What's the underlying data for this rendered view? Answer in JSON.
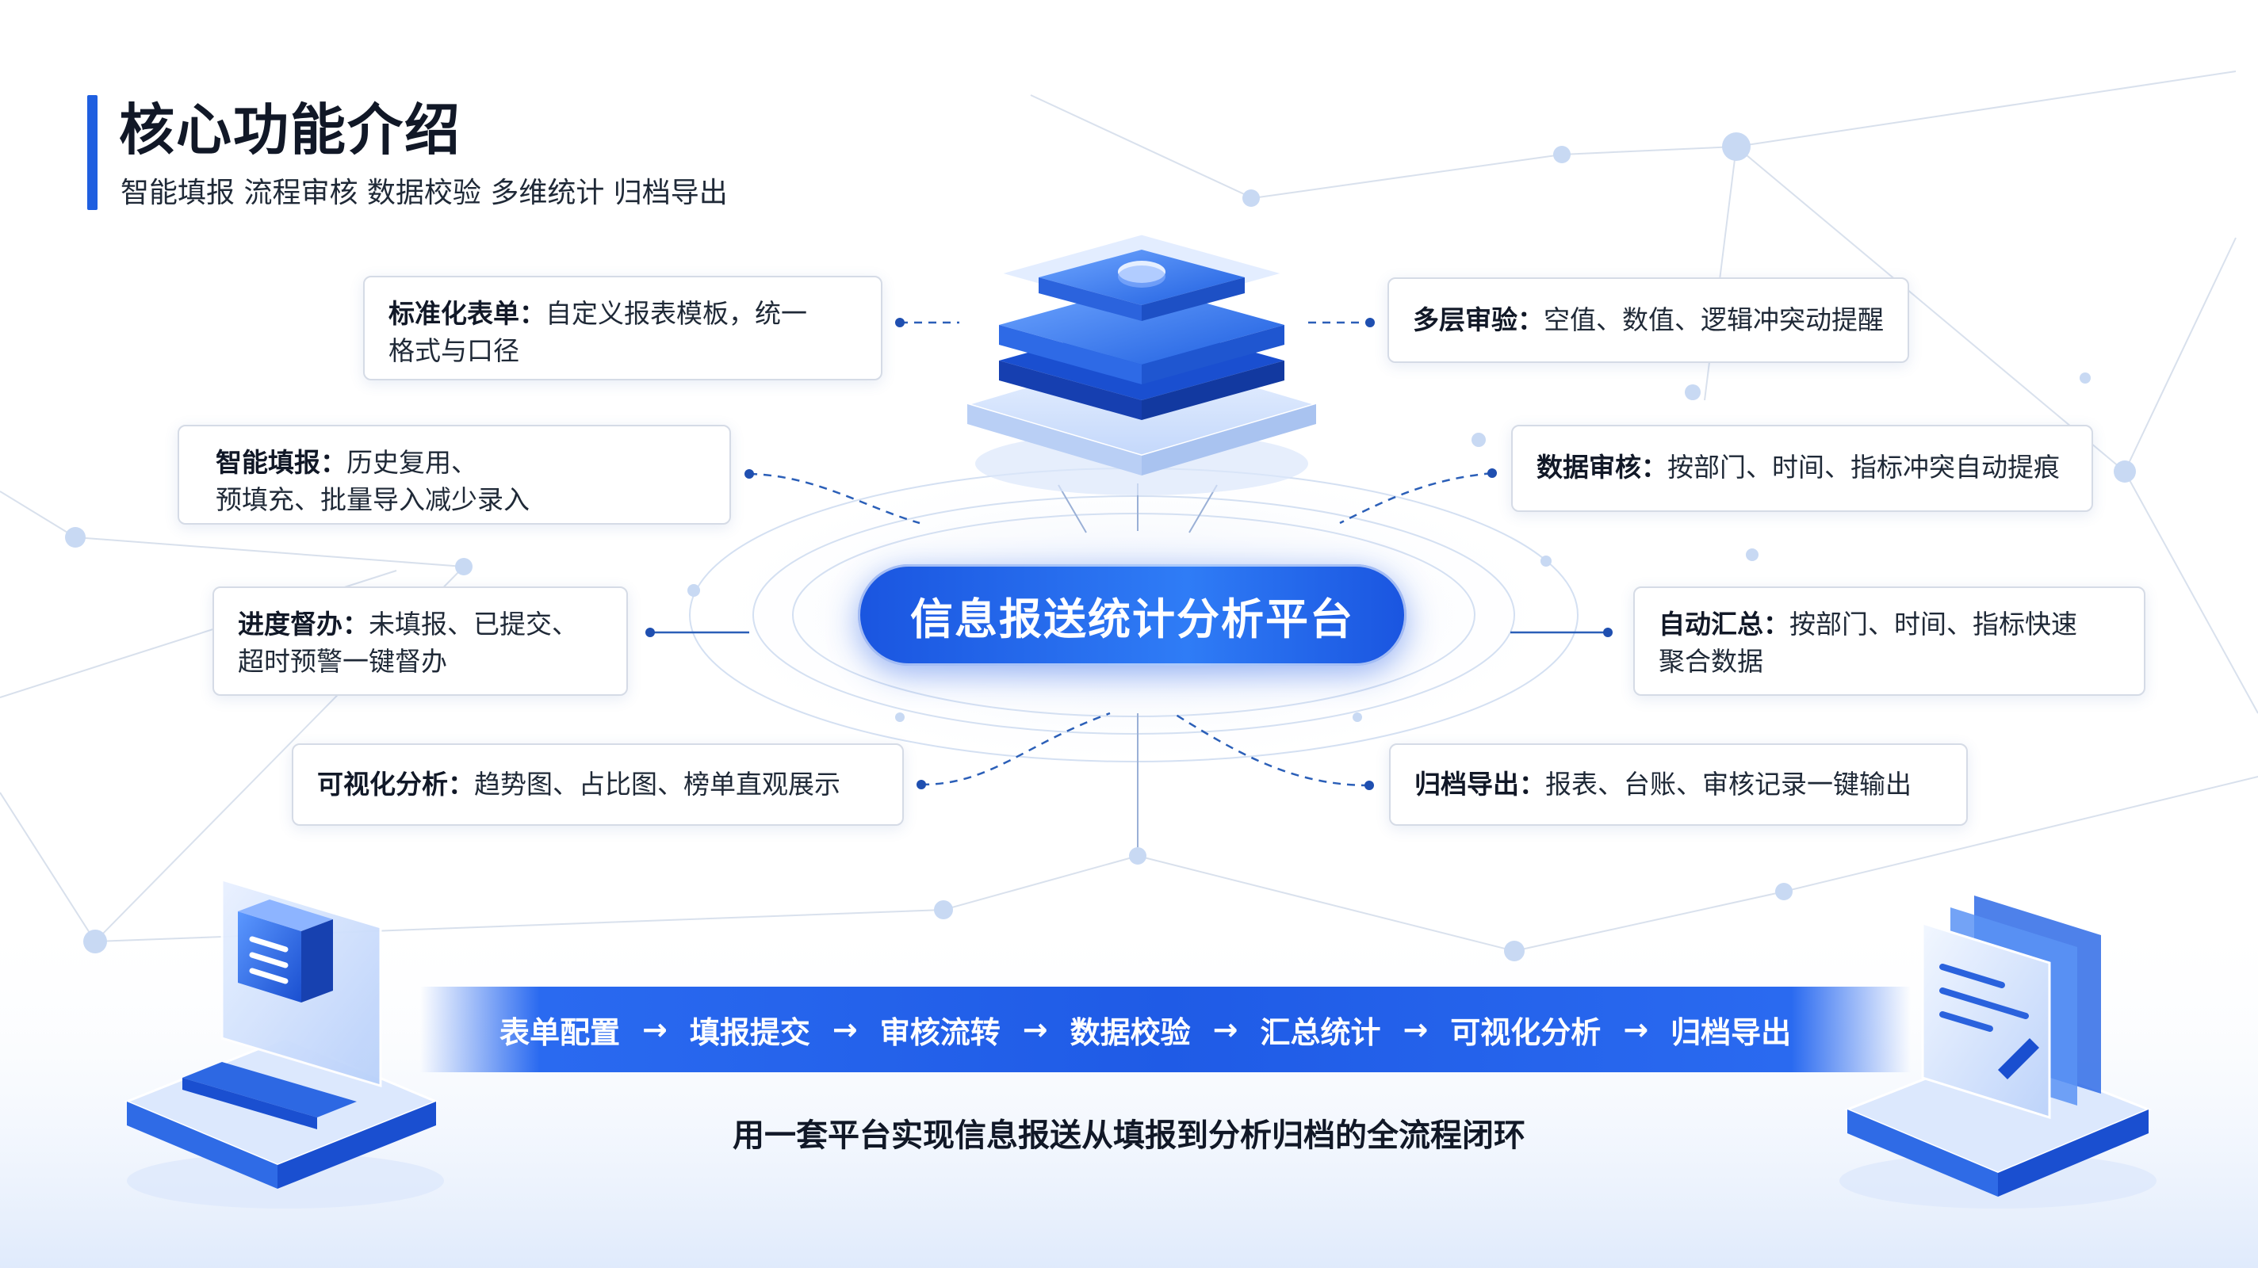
{
  "header": {
    "title": "核心功能介绍",
    "subtitle": "智能填报 流程审核 数据校验 多维统计 归档导出"
  },
  "hub": {
    "label": "信息报送统计分析平台"
  },
  "features_left": [
    {
      "name": "标准化表单：",
      "desc": "自定义报表模板，统一\n格式与口径"
    },
    {
      "name": "智能填报：",
      "desc": "历史复用、\n预填充、批量导入减少录入"
    },
    {
      "name": "进度督办：",
      "desc": "未填报、已提交、\n超时预警一键督办"
    },
    {
      "name": "可视化分析：",
      "desc": "趋势图、占比图、榜单直观展示"
    }
  ],
  "features_right": [
    {
      "name": "多层审验：",
      "desc": "空值、数值、逻辑冲突动提醒"
    },
    {
      "name": "数据审核：",
      "desc": "按部门、时间、指标冲突自动提痕"
    },
    {
      "name": "自动汇总：",
      "desc": "按部门、时间、指标快速\n聚合数据"
    },
    {
      "name": "归档导出：",
      "desc": "报表、台账、审核记录一键输出"
    }
  ],
  "flow_steps": [
    "表单配置",
    "填报提交",
    "审核流转",
    "数据校验",
    "汇总统计",
    "可视化分析",
    "归档导出"
  ],
  "flow_arrow": "→",
  "tagline": "用一套平台实现信息报送从填报到分析归档的全流程闭环",
  "colors": {
    "accent": "#1f5fe0",
    "hub": "#2a6af0",
    "connector": "#2b5fb8"
  },
  "icons": [
    "server-stack-icon",
    "laptop-cube-icon",
    "document-stack-icon"
  ]
}
